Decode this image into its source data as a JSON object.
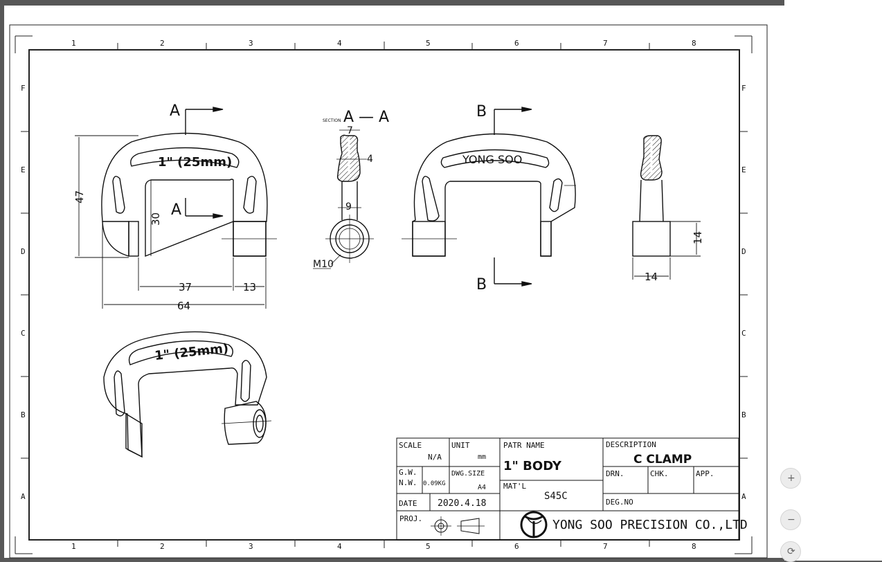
{
  "frame": {
    "columns": [
      "1",
      "2",
      "3",
      "4",
      "5",
      "6",
      "7",
      "8"
    ],
    "rows": [
      "F",
      "E",
      "D",
      "C",
      "B",
      "A"
    ]
  },
  "views": {
    "front_view": {
      "label": "1\" (25mm)",
      "dimensions": {
        "height": "47",
        "inner_height": "30",
        "inner_width": "37",
        "jaw": "13",
        "width": "64"
      },
      "section_mark_top": "A",
      "section_mark_inner": "A"
    },
    "section_view": {
      "section_word": "SECTION",
      "title": "A — A",
      "dimensions": {
        "top": "7",
        "web": "4",
        "neck": "9",
        "thread": "M10"
      }
    },
    "back_view": {
      "label": "YONG SOO",
      "section_mark_top": "B",
      "section_mark_bottom": "B"
    },
    "side_view": {
      "dimensions": {
        "height": "14",
        "width": "14"
      }
    },
    "iso_view": {
      "label": "1\" (25mm)"
    }
  },
  "title_block": {
    "scale_label": "SCALE",
    "scale_value": "N/A",
    "unit_label": "UNIT",
    "unit_value": "mm",
    "part_name_label": "PATR NAME",
    "part_name_value": "1\" BODY",
    "description_label": "DESCRIPTION",
    "description_value": "C CLAMP",
    "gw_label": "G.W.",
    "nw_label": "N.W.",
    "weight_value": "0.09KG",
    "dwg_size_label": "DWG.SIZE",
    "dwg_size_value": "A4",
    "material_label": "MAT'L",
    "material_value": "S45C",
    "drn_label": "DRN.",
    "chk_label": "CHK.",
    "app_label": "APP.",
    "date_label": "DATE",
    "date_value": "2020.4.18",
    "deg_no_label": "DEG.NO",
    "proj_label": "PROJ.",
    "company_name": "YONG SOO PRECISION CO.,LTD"
  },
  "viewer_controls": [
    {
      "icon": "zoom-in-icon",
      "glyph": "+"
    },
    {
      "icon": "zoom-out-icon",
      "glyph": "−"
    },
    {
      "icon": "fit-page-icon",
      "glyph": "⟳"
    }
  ]
}
